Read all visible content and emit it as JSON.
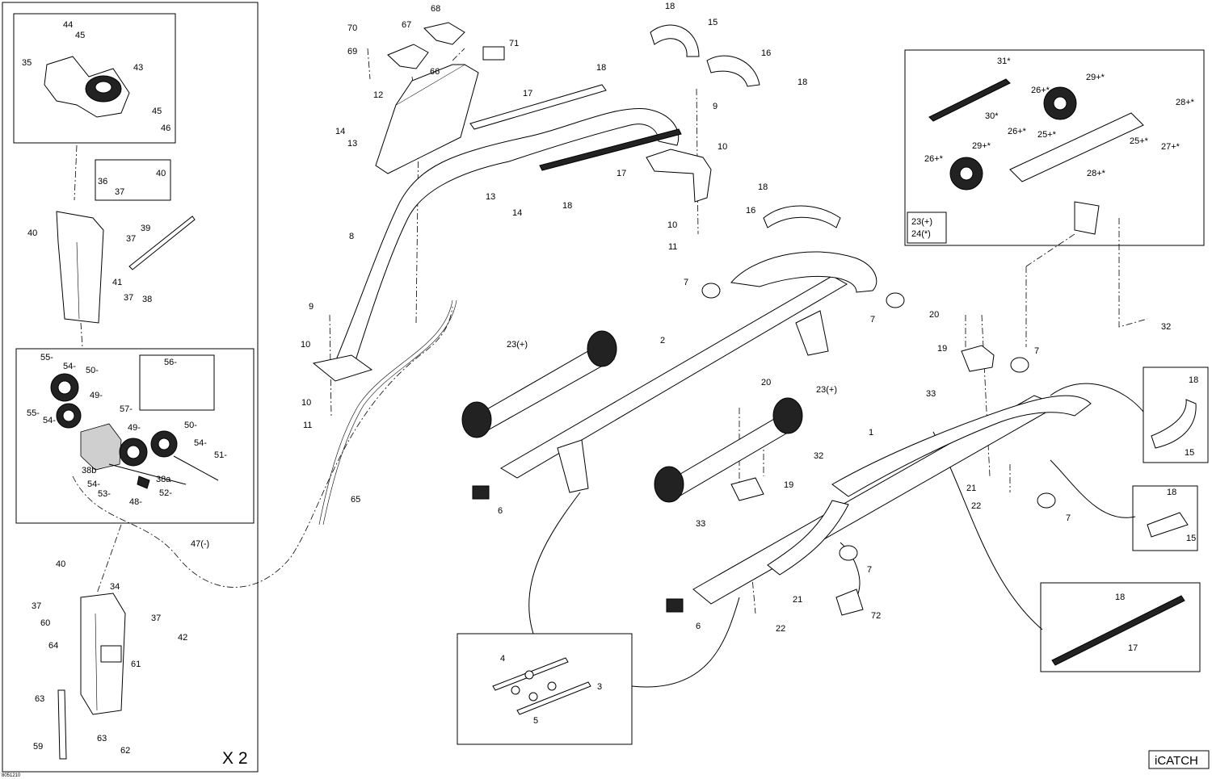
{
  "diagram": {
    "quantity_note": "X 2",
    "brand_label": "iCATCH",
    "drawing_code": "8051210",
    "callouts": [
      {
        "id": "c44",
        "text": "44"
      },
      {
        "id": "c45a",
        "text": "45"
      },
      {
        "id": "c35",
        "text": "35"
      },
      {
        "id": "c43",
        "text": "43"
      },
      {
        "id": "c45b",
        "text": "45"
      },
      {
        "id": "c46",
        "text": "46"
      },
      {
        "id": "c36",
        "text": "36"
      },
      {
        "id": "c37a",
        "text": "37"
      },
      {
        "id": "c40a",
        "text": "40"
      },
      {
        "id": "c40b",
        "text": "40"
      },
      {
        "id": "c39",
        "text": "39"
      },
      {
        "id": "c37b",
        "text": "37"
      },
      {
        "id": "c41",
        "text": "41"
      },
      {
        "id": "c37c",
        "text": "37"
      },
      {
        "id": "c38",
        "text": "38"
      },
      {
        "id": "c55a",
        "text": "55-"
      },
      {
        "id": "c54a",
        "text": "54-"
      },
      {
        "id": "c50a",
        "text": "50-"
      },
      {
        "id": "c49a",
        "text": "49-"
      },
      {
        "id": "c56",
        "text": "56-"
      },
      {
        "id": "c55b",
        "text": "55-"
      },
      {
        "id": "c54b",
        "text": "54-"
      },
      {
        "id": "c57",
        "text": "57-"
      },
      {
        "id": "c49b",
        "text": "49-"
      },
      {
        "id": "c50b",
        "text": "50-"
      },
      {
        "id": "c54c",
        "text": "54-"
      },
      {
        "id": "c51",
        "text": "51-"
      },
      {
        "id": "c38b",
        "text": "38b"
      },
      {
        "id": "c38a",
        "text": "38a"
      },
      {
        "id": "c54d",
        "text": "54-"
      },
      {
        "id": "c53",
        "text": "53-"
      },
      {
        "id": "c52",
        "text": "52-"
      },
      {
        "id": "c48",
        "text": "48-"
      },
      {
        "id": "c47",
        "text": "47(-)"
      },
      {
        "id": "c40c",
        "text": "40"
      },
      {
        "id": "c34",
        "text": "34"
      },
      {
        "id": "c37d",
        "text": "37"
      },
      {
        "id": "c37e",
        "text": "37"
      },
      {
        "id": "c60",
        "text": "60"
      },
      {
        "id": "c42",
        "text": "42"
      },
      {
        "id": "c64",
        "text": "64"
      },
      {
        "id": "c61",
        "text": "61"
      },
      {
        "id": "c63a",
        "text": "63"
      },
      {
        "id": "c63b",
        "text": "63"
      },
      {
        "id": "c59",
        "text": "59"
      },
      {
        "id": "c62",
        "text": "62"
      },
      {
        "id": "c70",
        "text": "70"
      },
      {
        "id": "c69",
        "text": "69"
      },
      {
        "id": "c67",
        "text": "67"
      },
      {
        "id": "c68",
        "text": "68"
      },
      {
        "id": "c71",
        "text": "71"
      },
      {
        "id": "c66",
        "text": "66"
      },
      {
        "id": "c12",
        "text": "12"
      },
      {
        "id": "c14a",
        "text": "14"
      },
      {
        "id": "c13a",
        "text": "13"
      },
      {
        "id": "c18a",
        "text": "18"
      },
      {
        "id": "c17a",
        "text": "17"
      },
      {
        "id": "c17b",
        "text": "17"
      },
      {
        "id": "c18b",
        "text": "18"
      },
      {
        "id": "c13b",
        "text": "13"
      },
      {
        "id": "c14b",
        "text": "14"
      },
      {
        "id": "c8",
        "text": "8"
      },
      {
        "id": "c9a",
        "text": "9"
      },
      {
        "id": "c10a",
        "text": "10"
      },
      {
        "id": "c10b",
        "text": "10"
      },
      {
        "id": "c11a",
        "text": "11"
      },
      {
        "id": "c65",
        "text": "65"
      },
      {
        "id": "c18c",
        "text": "18"
      },
      {
        "id": "c15a",
        "text": "15"
      },
      {
        "id": "c16a",
        "text": "16"
      },
      {
        "id": "c18d",
        "text": "18"
      },
      {
        "id": "c9b",
        "text": "9"
      },
      {
        "id": "c10c",
        "text": "10"
      },
      {
        "id": "c18e",
        "text": "18"
      },
      {
        "id": "c16b",
        "text": "16"
      },
      {
        "id": "c10d",
        "text": "10"
      },
      {
        "id": "c11b",
        "text": "11"
      },
      {
        "id": "c7a",
        "text": "7"
      },
      {
        "id": "c7b",
        "text": "7"
      },
      {
        "id": "c23a",
        "text": "23(+)"
      },
      {
        "id": "c2",
        "text": "2"
      },
      {
        "id": "c6a",
        "text": "6"
      },
      {
        "id": "c20a",
        "text": "20"
      },
      {
        "id": "c23b",
        "text": "23(+)"
      },
      {
        "id": "c32a",
        "text": "32"
      },
      {
        "id": "c19a",
        "text": "19"
      },
      {
        "id": "c33a",
        "text": "33"
      },
      {
        "id": "c1",
        "text": "1"
      },
      {
        "id": "c20b",
        "text": "20"
      },
      {
        "id": "c19b",
        "text": "19"
      },
      {
        "id": "c33b",
        "text": "33"
      },
      {
        "id": "c7c",
        "text": "7"
      },
      {
        "id": "c21a",
        "text": "21"
      },
      {
        "id": "c22a",
        "text": "22"
      },
      {
        "id": "c7d",
        "text": "7"
      },
      {
        "id": "c7e",
        "text": "7"
      },
      {
        "id": "c72",
        "text": "72"
      },
      {
        "id": "c21b",
        "text": "21"
      },
      {
        "id": "c22b",
        "text": "22"
      },
      {
        "id": "c6b",
        "text": "6"
      },
      {
        "id": "c4",
        "text": "4"
      },
      {
        "id": "c3",
        "text": "3"
      },
      {
        "id": "c5",
        "text": "5"
      },
      {
        "id": "c31",
        "text": "31*"
      },
      {
        "id": "c29a",
        "text": "29+*"
      },
      {
        "id": "c26a",
        "text": "26+*"
      },
      {
        "id": "c28a",
        "text": "28+*"
      },
      {
        "id": "c30",
        "text": "30*"
      },
      {
        "id": "c26b",
        "text": "26+*"
      },
      {
        "id": "c25a",
        "text": "25+*"
      },
      {
        "id": "c29b",
        "text": "29+*"
      },
      {
        "id": "c26c",
        "text": "26+*"
      },
      {
        "id": "c25b",
        "text": "25+*"
      },
      {
        "id": "c27",
        "text": "27+*"
      },
      {
        "id": "c28b",
        "text": "28+*"
      },
      {
        "id": "c32b",
        "text": "32"
      },
      {
        "id": "c18f",
        "text": "18"
      },
      {
        "id": "c15b",
        "text": "15"
      },
      {
        "id": "c18g",
        "text": "18"
      },
      {
        "id": "c15c",
        "text": "15"
      },
      {
        "id": "c18h",
        "text": "18"
      },
      {
        "id": "c17c",
        "text": "17"
      }
    ],
    "legend_lines": [
      "23(+)",
      "24(*)"
    ]
  }
}
